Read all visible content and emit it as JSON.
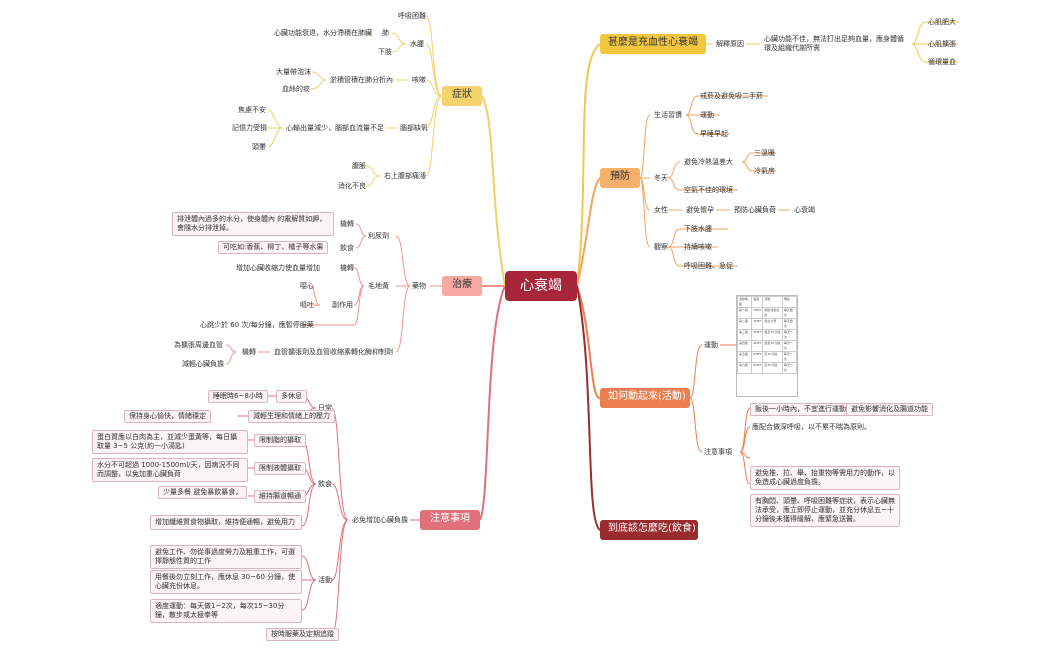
{
  "center": "心衰竭",
  "branches": {
    "b1": "甚麼是充血性心衰竭",
    "b2": "預防",
    "b3": "如何動起來(活動)",
    "b4": "到底該怎麼吃(飲食)",
    "b5": "注意事項",
    "b6": "治療",
    "b7": "症狀"
  },
  "b1": {
    "explain": "解釋原因",
    "text": "心臟功能不佳，無法打出足夠血量，應身體循環及組織代謝所需",
    "causes": [
      "心肌肥大",
      "心肌擴張",
      "循環量血"
    ]
  },
  "b2": {
    "habit": "生活習慣",
    "habit_items": [
      "戒菸及避免吸二手菸",
      "運動",
      "早睡早起"
    ],
    "winter": "冬天",
    "avoid_cold": "避免冷熱溫差大",
    "cold_items": [
      "三溫暖",
      "冷氣房"
    ],
    "air": "空氣不佳的環境",
    "women": "女性",
    "pregnancy": "避免懷孕",
    "prevent_burden": "預防心臟負荷",
    "hf": "心衰竭",
    "observe": "觀察",
    "observe_items": [
      "下肢水腫",
      "持續咳嗽",
      "呼吸困難、急促"
    ]
  },
  "b3": {
    "table_label": "運動",
    "notes_label": "注意事項",
    "note1": "飯後一小時內，不宜進行運動",
    "note1b": "避免影響消化及腸道功能",
    "note2": "應配合做深呼吸，以不累不喘為原則。",
    "note3": "避免推、拉、舉、抬重物等需用力的動作，以免造成心臟過度負擔。",
    "note4": "有胸悶、頭暈、呼吸困難等症狀，表示心臟無法承受，應立即停止運動，並充分休息五~十分鐘後未獲得緩解，應緊急送醫。",
    "table": {
      "header": [
        "活動等級",
        "強度",
        "活動",
        "備註"
      ],
      "rows": [
        [
          "第一級",
          "1MET",
          "躺臥或坐在床",
          "每天數次"
        ],
        [
          "第二級",
          "2MET",
          "坐在沙發",
          "每天數次"
        ],
        [
          "第三級",
          "3MET",
          "慢走10分鐘",
          "每天一次"
        ],
        [
          "第四級",
          "4MET",
          "慢走20分鐘",
          "每天一次"
        ],
        [
          "第五級",
          "5MET",
          "走30分鐘",
          "每天一次"
        ],
        [
          "第六級",
          "6MET",
          "走30分鐘",
          "每天一次"
        ]
      ]
    }
  },
  "b5": {
    "daily": "日常",
    "sleep": "多休息",
    "sleep_item": "睡眠時6~8小時",
    "stress": "減輕生理和情緒上的壓力",
    "stress_item": "保持身心愉快，情緒穩定",
    "reduce_load": "必免增加心臟負擔",
    "diet": "飲食",
    "fat": "限制脂的攝取",
    "fat_item": "蛋白質應以白肉為主，並減少蛋黃等，每日攝取量 3~5 公克(約一小湯匙)",
    "fluid": "限制液體攝取",
    "fluid_item": "水分不可超過 1000-1500ml/天，因病況不同而調整，以免加重心臟負荷",
    "bowel": "維持腸道暢通",
    "bowel_item": "少量多餐 避免暴飲暴食，",
    "fiber": "增加纖維質食物攝取，維持便通暢，避免用力",
    "activity": "活動",
    "act1": "避免工作、勿從事過度勞力及粗重工作，可選擇靜態性質的工作",
    "act2": "用餐後勿立刻工作，應休息 30~60 分鐘，使心臟充份休息。",
    "act3": "適度運動：每天做1~2次，每次15~30分鐘，散步或太極拳等",
    "followup": "按時服藥及定期追蹤"
  },
  "b6": {
    "drug": "藥物",
    "diuretic": "利尿劑",
    "mech": "機轉",
    "diuretic_mech": "排泄體內過多的水分，使身體內 的電解質如鉀，會隨水分排泄掉。",
    "diet": "飲食",
    "diuretic_diet": "可吃如:香蕉、柳丁、橘子等水果",
    "digitalis": "毛地黃",
    "dig_mech": "增加心臟收縮力使血量增加",
    "side": "副作用",
    "side_items": [
      "噁心",
      "嘔吐"
    ],
    "hr": "心跳少於 60 次/每分鐘，應暫停服藥",
    "acei_mech": "機轉",
    "acei": "血管擴張劑及血管收縮素轉化酶抑制劑",
    "acei_items": [
      "為擴張周邊血管",
      "減輕心臟負擔"
    ]
  },
  "b7": {
    "breath": "呼吸困難",
    "edema": "水腫",
    "edema_cause": "心臟功能衰退，水分滯積在肺臟",
    "lung": "肺",
    "leg": "下肢",
    "cough": "咳嗽",
    "blood": "淤積管積在肺分析內",
    "cough_items": [
      "大量帶泡沫",
      "血絲的痰"
    ],
    "brain": "腦部缺氧",
    "output": "心輸出量減少，腦部血流量不足",
    "brain_items": [
      "焦慮不安",
      "記憶力受損",
      "頭暈"
    ],
    "abdomen": "右上腹部痛漲",
    "abd_items": [
      "腹脹",
      "消化不良"
    ]
  }
}
